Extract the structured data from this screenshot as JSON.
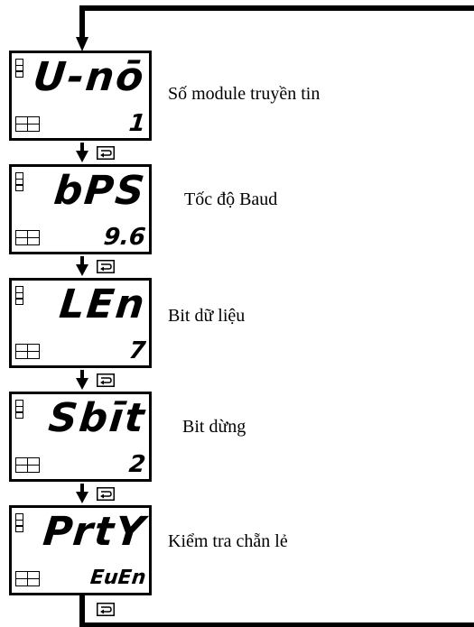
{
  "steps": [
    {
      "param": "U-nō",
      "value": "1",
      "caption": "Số module truyền tin"
    },
    {
      "param": "bPS",
      "value": "9.6",
      "caption": "Tốc độ Baud"
    },
    {
      "param": "LEn",
      "value": "7",
      "caption": "Bit dữ liệu"
    },
    {
      "param": "Sbīt",
      "value": "2",
      "caption": "Bit dừng"
    },
    {
      "param": "PrtY",
      "value": "EuEn",
      "caption": "Kiểm tra chẵn lẻ"
    }
  ],
  "icons": {
    "flow_arrow": "down-arrow-icon",
    "key": "mode-key-icon",
    "indicators": "indicator-lamp-icon"
  }
}
